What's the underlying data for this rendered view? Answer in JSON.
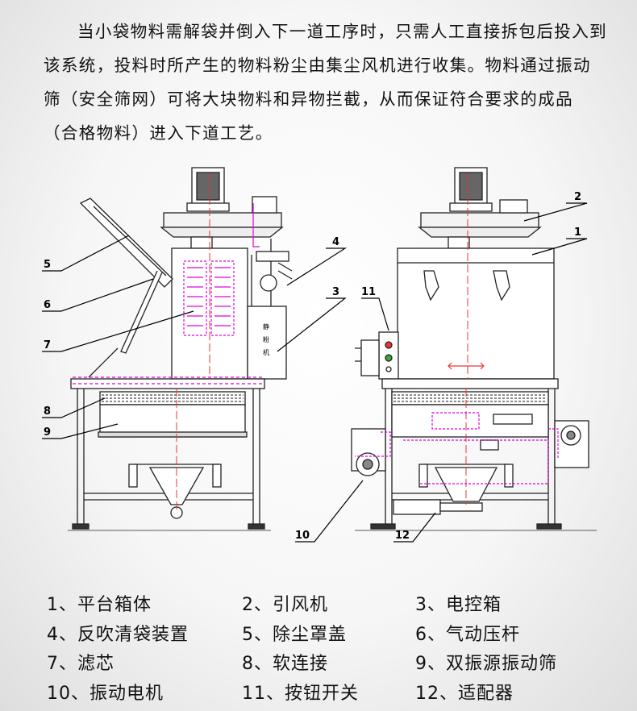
{
  "intro": {
    "text": "当小袋物料需解袋并倒入下一道工序时，只需人工直接拆包后投入到该系统，投料时所产生的物料粉尘由集尘风机进行收集。物料通过振动筛（安全筛网）可将大块物料和异物拦截，从而保证符合要求的成品（合格物料）进入下道工艺。"
  },
  "diagram": {
    "callouts": [
      "1",
      "2",
      "3",
      "4",
      "5",
      "6",
      "7",
      "8",
      "9",
      "10",
      "11",
      "12"
    ],
    "box_text": [
      "静",
      "粉",
      "机"
    ],
    "colors": {
      "outline": "#222222",
      "accent": "#e000e0",
      "ground": "#333333"
    }
  },
  "legend": {
    "items": [
      "1、平台箱体",
      "2、引风机",
      "3、电控箱",
      "4、反吹清袋装置",
      "5、除尘罩盖",
      "6、气动压杆",
      "7、滤芯",
      "8、软连接",
      "9、双振源振动筛",
      "10、振动电机",
      "11、按钮开关",
      "12、适配器"
    ]
  }
}
